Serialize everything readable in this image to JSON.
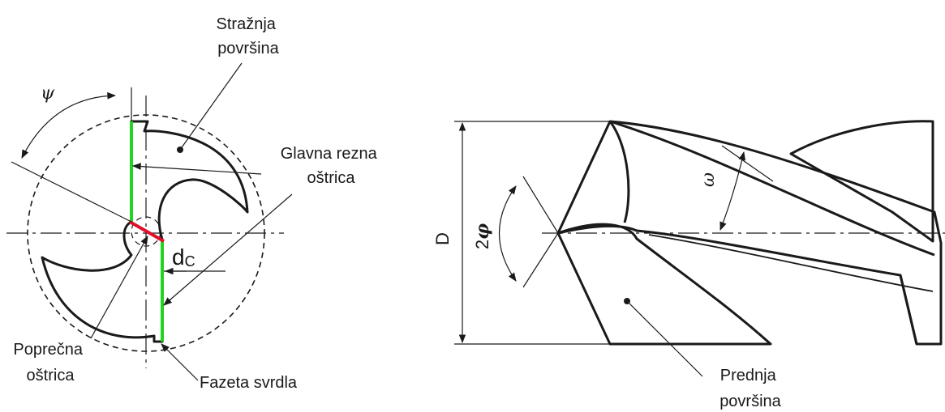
{
  "left_view": {
    "labels": {
      "psi": "ψ",
      "rear_surface": [
        "Stražnja",
        "površina"
      ],
      "main_edge": [
        "Glavna rezna",
        "oštrica"
      ],
      "dc": "d",
      "dc_sub": "C",
      "chisel_edge": [
        "Poprečna",
        "oštrica"
      ],
      "margin": "Fazeta svrdla"
    }
  },
  "right_view": {
    "labels": {
      "diameter": "D",
      "point_angle_num": "2",
      "point_angle_sym": "φ",
      "helix_angle": "ω",
      "front_surface": [
        "Prednja",
        "površina"
      ]
    }
  },
  "colors": {
    "fill": "#c9c6ec",
    "main_edge": "#22d322",
    "chisel_edge": "#e0102a",
    "line": "#1a1a1a"
  }
}
